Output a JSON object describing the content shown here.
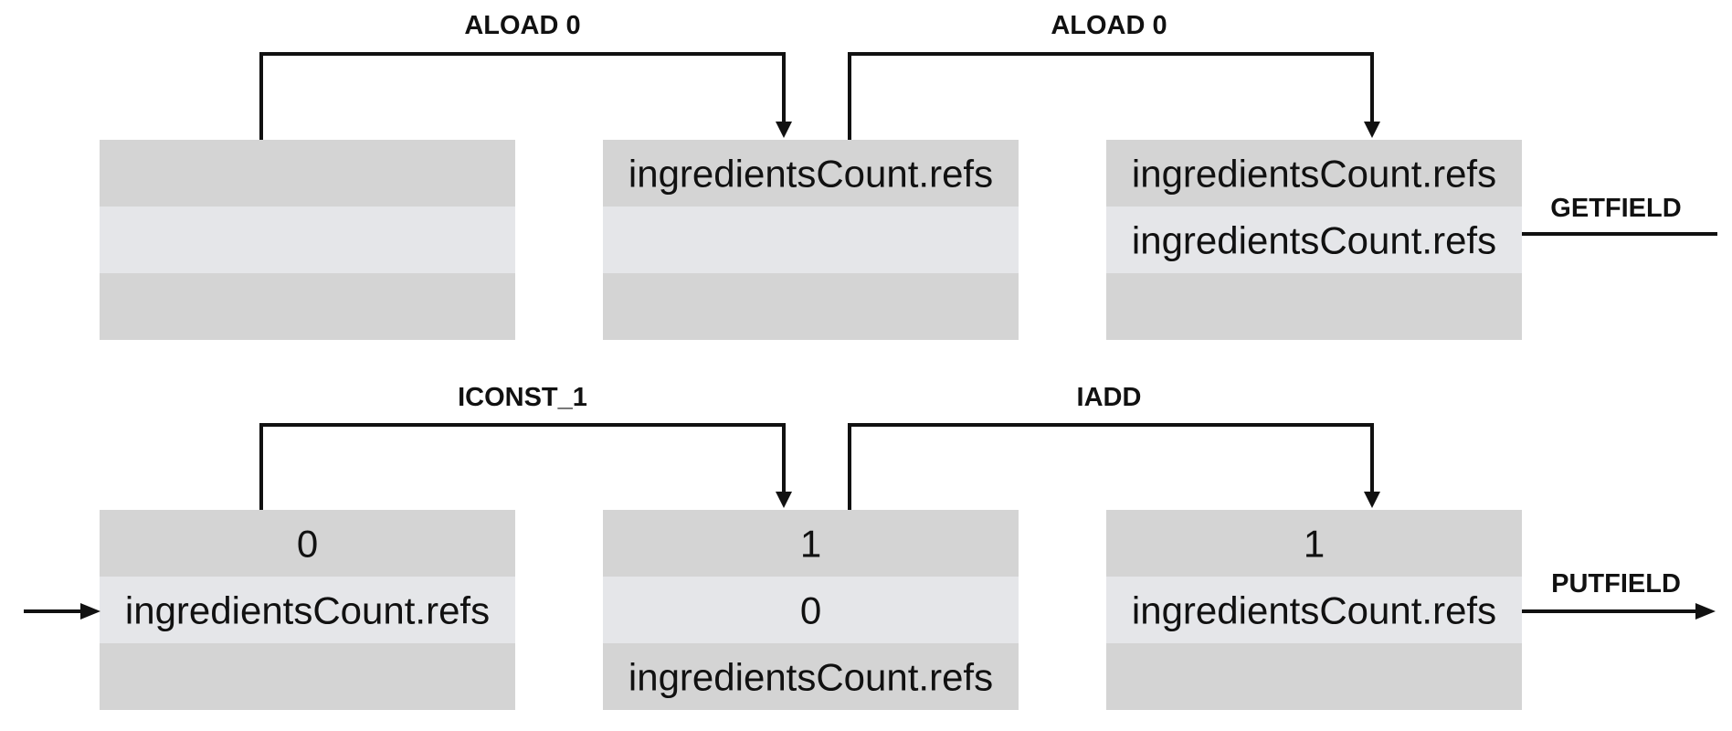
{
  "colors": {
    "cell_dark": "#d4d4d4",
    "cell_light": "#e5e6e9",
    "line": "#111111",
    "text": "#111111"
  },
  "stacks": [
    {
      "id": "s1",
      "cells": [
        "",
        "",
        ""
      ]
    },
    {
      "id": "s2",
      "cells": [
        "ingredientsCount.refs",
        "",
        ""
      ]
    },
    {
      "id": "s3",
      "cells": [
        "ingredientsCount.refs",
        "ingredientsCount.refs",
        ""
      ]
    },
    {
      "id": "s4",
      "cells": [
        "0",
        "ingredientsCount.refs",
        ""
      ]
    },
    {
      "id": "s5",
      "cells": [
        "1",
        "0",
        "ingredientsCount.refs"
      ]
    },
    {
      "id": "s6",
      "cells": [
        "1",
        "ingredientsCount.refs",
        ""
      ]
    }
  ],
  "operations": [
    {
      "id": "op1",
      "label": "ALOAD 0"
    },
    {
      "id": "op2",
      "label": "ALOAD 0"
    },
    {
      "id": "op3",
      "label": "GETFIELD"
    },
    {
      "id": "op4",
      "label": "ICONST_1"
    },
    {
      "id": "op5",
      "label": "IADD"
    },
    {
      "id": "op6",
      "label": "PUTFIELD"
    }
  ]
}
